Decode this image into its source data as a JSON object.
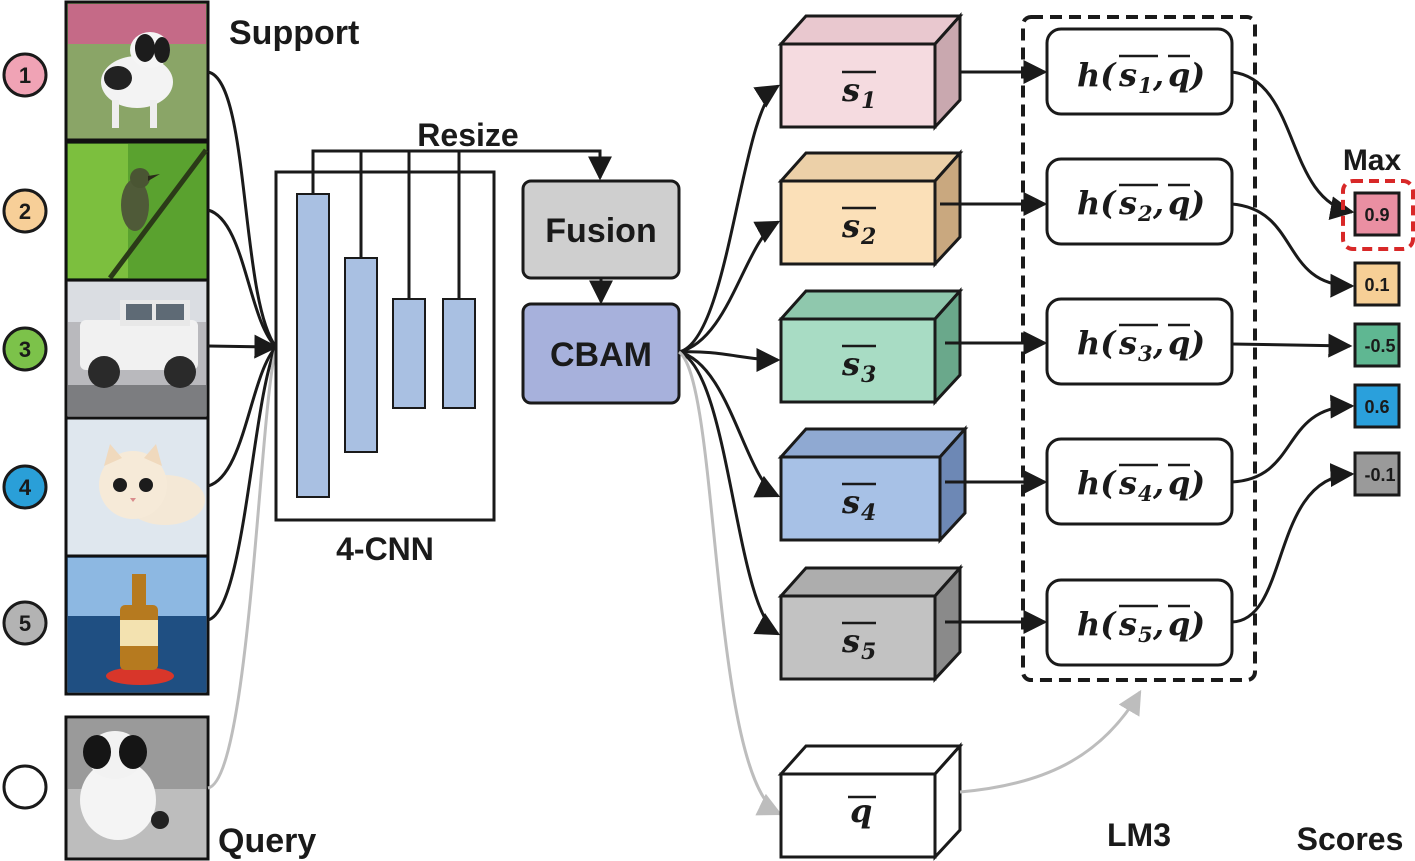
{
  "labels": {
    "support": "Support",
    "query": "Query",
    "resize": "Resize",
    "cnn": "4-CNN",
    "fusion": "Fusion",
    "cbam": "CBAM",
    "lm3": "LM3",
    "scores": "Scores",
    "max": "Max"
  },
  "support_circles": [
    {
      "num": "1",
      "color": "#f0a3b5"
    },
    {
      "num": "2",
      "color": "#f7cf98"
    },
    {
      "num": "3",
      "color": "#7cc24a"
    },
    {
      "num": "4",
      "color": "#2a9fd8"
    },
    {
      "num": "5",
      "color": "#b3b3b3"
    }
  ],
  "images": {
    "support": [
      "dog-photo",
      "bird-photo",
      "vehicle-photo",
      "kitten-photo",
      "bottle-buoy-photo"
    ],
    "query": "grayscale-dog-photo"
  },
  "features": [
    {
      "sub": "1",
      "front": "#f5dbe0",
      "top": "#e9c8cf",
      "side": "#c9a8af"
    },
    {
      "sub": "2",
      "front": "#fbe0b8",
      "top": "#ecd0a8",
      "side": "#c9a87f"
    },
    {
      "sub": "3",
      "front": "#a8dcc4",
      "top": "#8fc8ad",
      "side": "#6aa88b"
    },
    {
      "sub": "4",
      "front": "#a7c1e6",
      "top": "#8fa9d2",
      "side": "#6d88b5"
    },
    {
      "sub": "5",
      "front": "#c2c2c2",
      "top": "#adadad",
      "side": "#8a8a8a"
    }
  ],
  "query_feature": {
    "label": "q",
    "front": "#ffffff",
    "top": "#ffffff",
    "side": "#ffffff"
  },
  "similarities": [
    {
      "fn": "h(",
      "arg": "s",
      "sub": "1",
      "q": "q",
      "close": ")"
    },
    {
      "fn": "h(",
      "arg": "s",
      "sub": "2",
      "q": "q",
      "close": ")"
    },
    {
      "fn": "h(",
      "arg": "s",
      "sub": "3",
      "q": "q",
      "close": ")"
    },
    {
      "fn": "h(",
      "arg": "s",
      "sub": "4",
      "q": "q",
      "close": ")"
    },
    {
      "fn": "h(",
      "arg": "s",
      "sub": "5",
      "q": "q",
      "close": ")"
    }
  ],
  "scores": [
    {
      "value": "0.9",
      "color": "#ea8fa2",
      "max": true
    },
    {
      "value": "0.1",
      "color": "#f6cf96",
      "max": false
    },
    {
      "value": "-0.5",
      "color": "#5fb792",
      "max": false
    },
    {
      "value": "0.6",
      "color": "#2aa0dc",
      "max": false
    },
    {
      "value": "-0.1",
      "color": "#9a9a9a",
      "max": false
    }
  ],
  "colors": {
    "cnn_bar": "#a9c0e2",
    "fusion": "#cfcfcf",
    "cbam": "#a7b1dc",
    "max_highlight": "#d82828",
    "query_line": "#bdbdbd"
  }
}
